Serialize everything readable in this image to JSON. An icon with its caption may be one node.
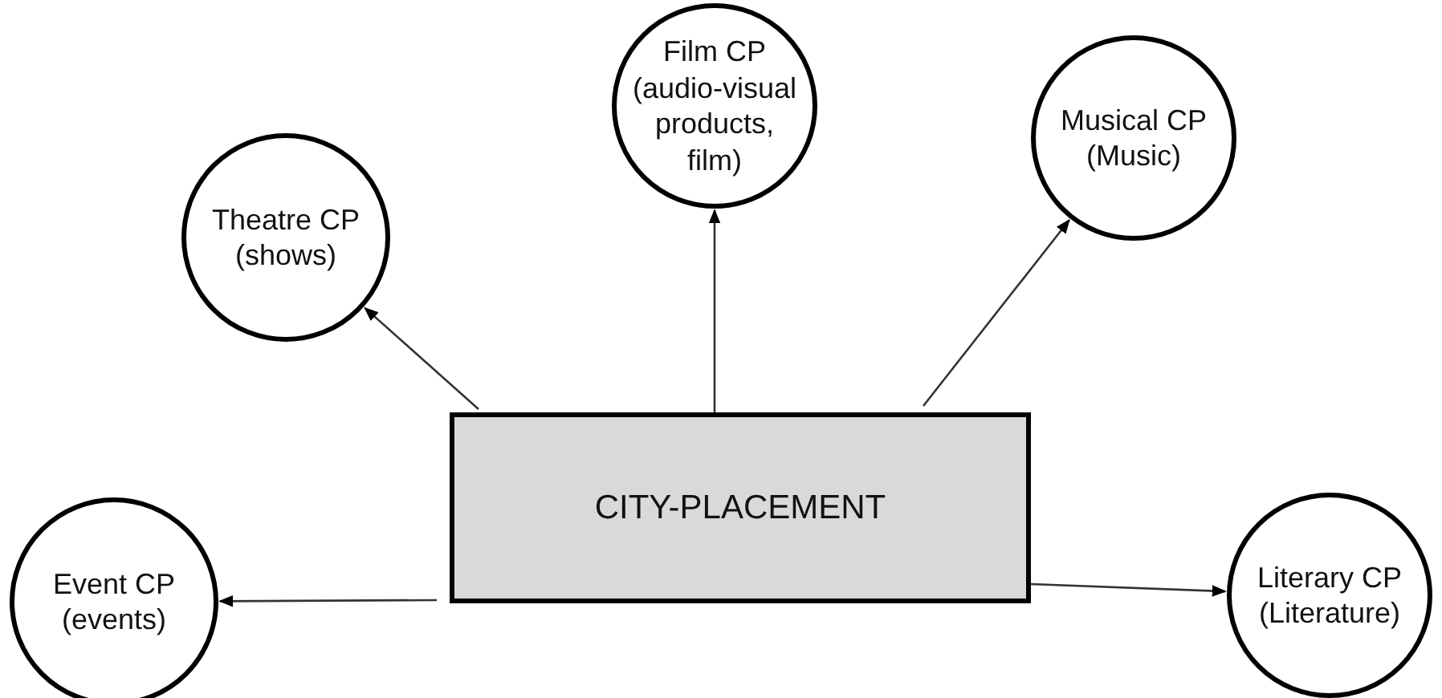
{
  "diagram": {
    "nodes": [
      {
        "text": [
          "CITY-PLACEMENT"
        ]
      },
      {
        "text": [
          "Theatre CP (shows)"
        ]
      },
      {
        "text": [
          "Film CP (audio-visual products, film)"
        ]
      },
      {
        "text": [
          "Musical CP (Music)"
        ]
      },
      {
        "text": [
          "Event CP (events)"
        ]
      },
      {
        "text": [
          "Literary CP (Literature)"
        ]
      }
    ],
    "edges": [
      {
        "from": 0,
        "to": 1,
        "arrow": "to"
      },
      {
        "from": 0,
        "to": 2,
        "arrow": "to"
      },
      {
        "from": 0,
        "to": 3,
        "arrow": "to"
      },
      {
        "from": 0,
        "to": 4,
        "arrow": "to"
      },
      {
        "from": 0,
        "to": 5,
        "arrow": "to"
      }
    ]
  }
}
